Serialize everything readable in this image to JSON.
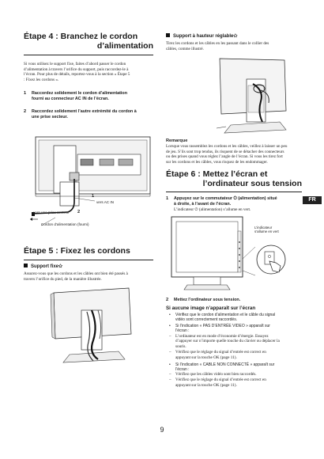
{
  "left": {
    "step4_title": "Étape 4 : Branchez le cordon",
    "step4_title2": "d’alimentation",
    "step4_intro": [
      "Si vous utilisez le support fixe, faites d’abord passer le cordon",
      "d’alimentation à travers l’orifice du support, puis raccordez-le à",
      "l’écran. Pour plus de détails, reportez-vous à la section « Étape 5",
      ": Fixez les cordons »."
    ],
    "step4_items": [
      {
        "num": "1",
        "lines": [
          "Raccordez solidement le cordon d’alimentation",
          "fourni au connecteur AC IN de l’écran."
        ]
      },
      {
        "num": "2",
        "lines": [
          "Raccordez solidement l’autre extrémité du cordon à",
          "une prise secteur."
        ]
      }
    ],
    "fig1": {
      "label_1": "1",
      "label_ac": "vers AC IN",
      "label_outlet": "vers une prise secteur",
      "label_2": "2",
      "label_cord": "Cordon d’alimentation (fourni)"
    },
    "step5_title": "Étape 5 : Fixez les cordons",
    "fixed_stand_title": "Support fixe✩",
    "fixed_stand_text": [
      "Assurez-vous que les cordons et les câbles ont bien été passés à",
      "travers l’orifice du pied, de la manière illustrée."
    ]
  },
  "right": {
    "adjust_title": "Support à hauteur réglable✩",
    "adjust_text": [
      "Tirez les cordons et les câbles en les passant dans le collier des",
      "câbles, comme illustré."
    ],
    "remark_title": "Remarque",
    "remark_text": [
      "Lorsque vous rassemblez les cordons et les câbles, veillez à laisser un peu",
      "de jeu. S’ils sont trop tendus, ils risquent de se détacher des connecteurs",
      "ou des prises quand vous réglez l’angle de l’écran. Si vous les tirez fort",
      "sur les cordons et les câbles, vous risquez de les endommager."
    ],
    "step6_title": "Étape 6 : Mettez l’écran et",
    "step6_title2": "l’ordinateur sous tension",
    "step6_item1": [
      "Appuyez sur le commutateur ⏻ (alimentation) situé",
      "à droite, à l’avant de l’écran."
    ],
    "step6_item1_note": "L’indicateur ⏻ (alimentation) s’allume en vert.",
    "fig3_label": [
      "L’indicateur",
      "s’allume en vert"
    ],
    "step6_item2": "Mettez l’ordinateur sous tension.",
    "noimage_title": "Si aucune image n’apparaît sur l’écran",
    "bullets": [
      {
        "m": "•",
        "lines": [
          "Vérifiez que le cordon d’alimentation et le câble du signal",
          "vidéo sont correctement raccordés."
        ]
      },
      {
        "m": "•",
        "lines": [
          "Si l’indication « PAS D’ENTRÉE VIDEO » apparaît sur",
          "l’écran :"
        ]
      },
      {
        "m": "–",
        "lines": [
          "L’ordinateur est en mode d’économie d’énergie. Essayez",
          "d’appuyer sur n’importe quelle touche du clavier ou déplacer la",
          "souris."
        ]
      },
      {
        "m": "–",
        "lines": [
          "Vérifiez que le réglage du signal d’entrée est correct en",
          "appuyant sur la touche OK (page 11)."
        ]
      },
      {
        "m": "•",
        "lines": [
          "Si l’indication « CABLE NON CONNECTÉ » apparaît sur",
          "l’écran :"
        ]
      },
      {
        "m": "–",
        "lines": [
          "Vérifiez que les câbles vidéo sont bien raccordés."
        ]
      },
      {
        "m": "–",
        "lines": [
          "Vérifiez que le réglage du signal d’entrée est correct en",
          "appuyant sur la touche OK (page 11)."
        ]
      }
    ],
    "lang_tab": "FR"
  },
  "page_number": "9"
}
